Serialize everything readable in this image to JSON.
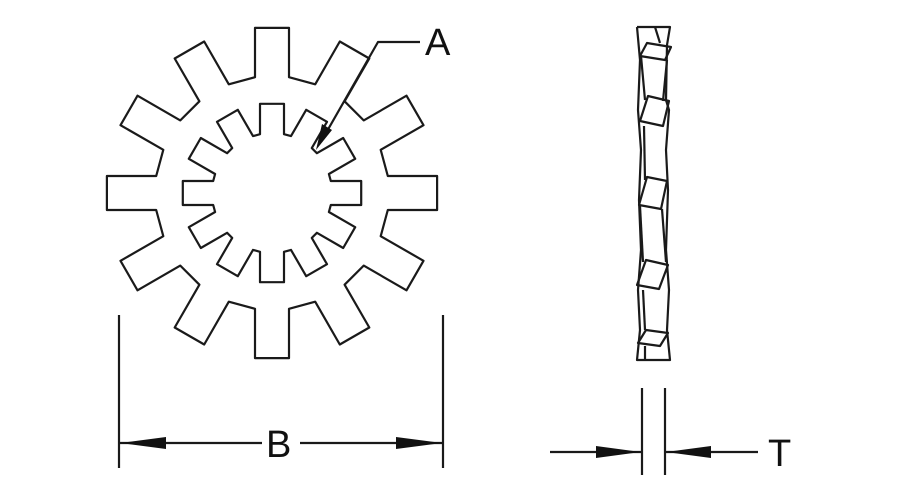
{
  "labels": {
    "a": "A",
    "b": "B",
    "t": "T"
  },
  "washer": {
    "outer_teeth": 12,
    "inner_teeth": 12
  },
  "colors": {
    "line": "#1a1a1a",
    "background": "#ffffff"
  }
}
